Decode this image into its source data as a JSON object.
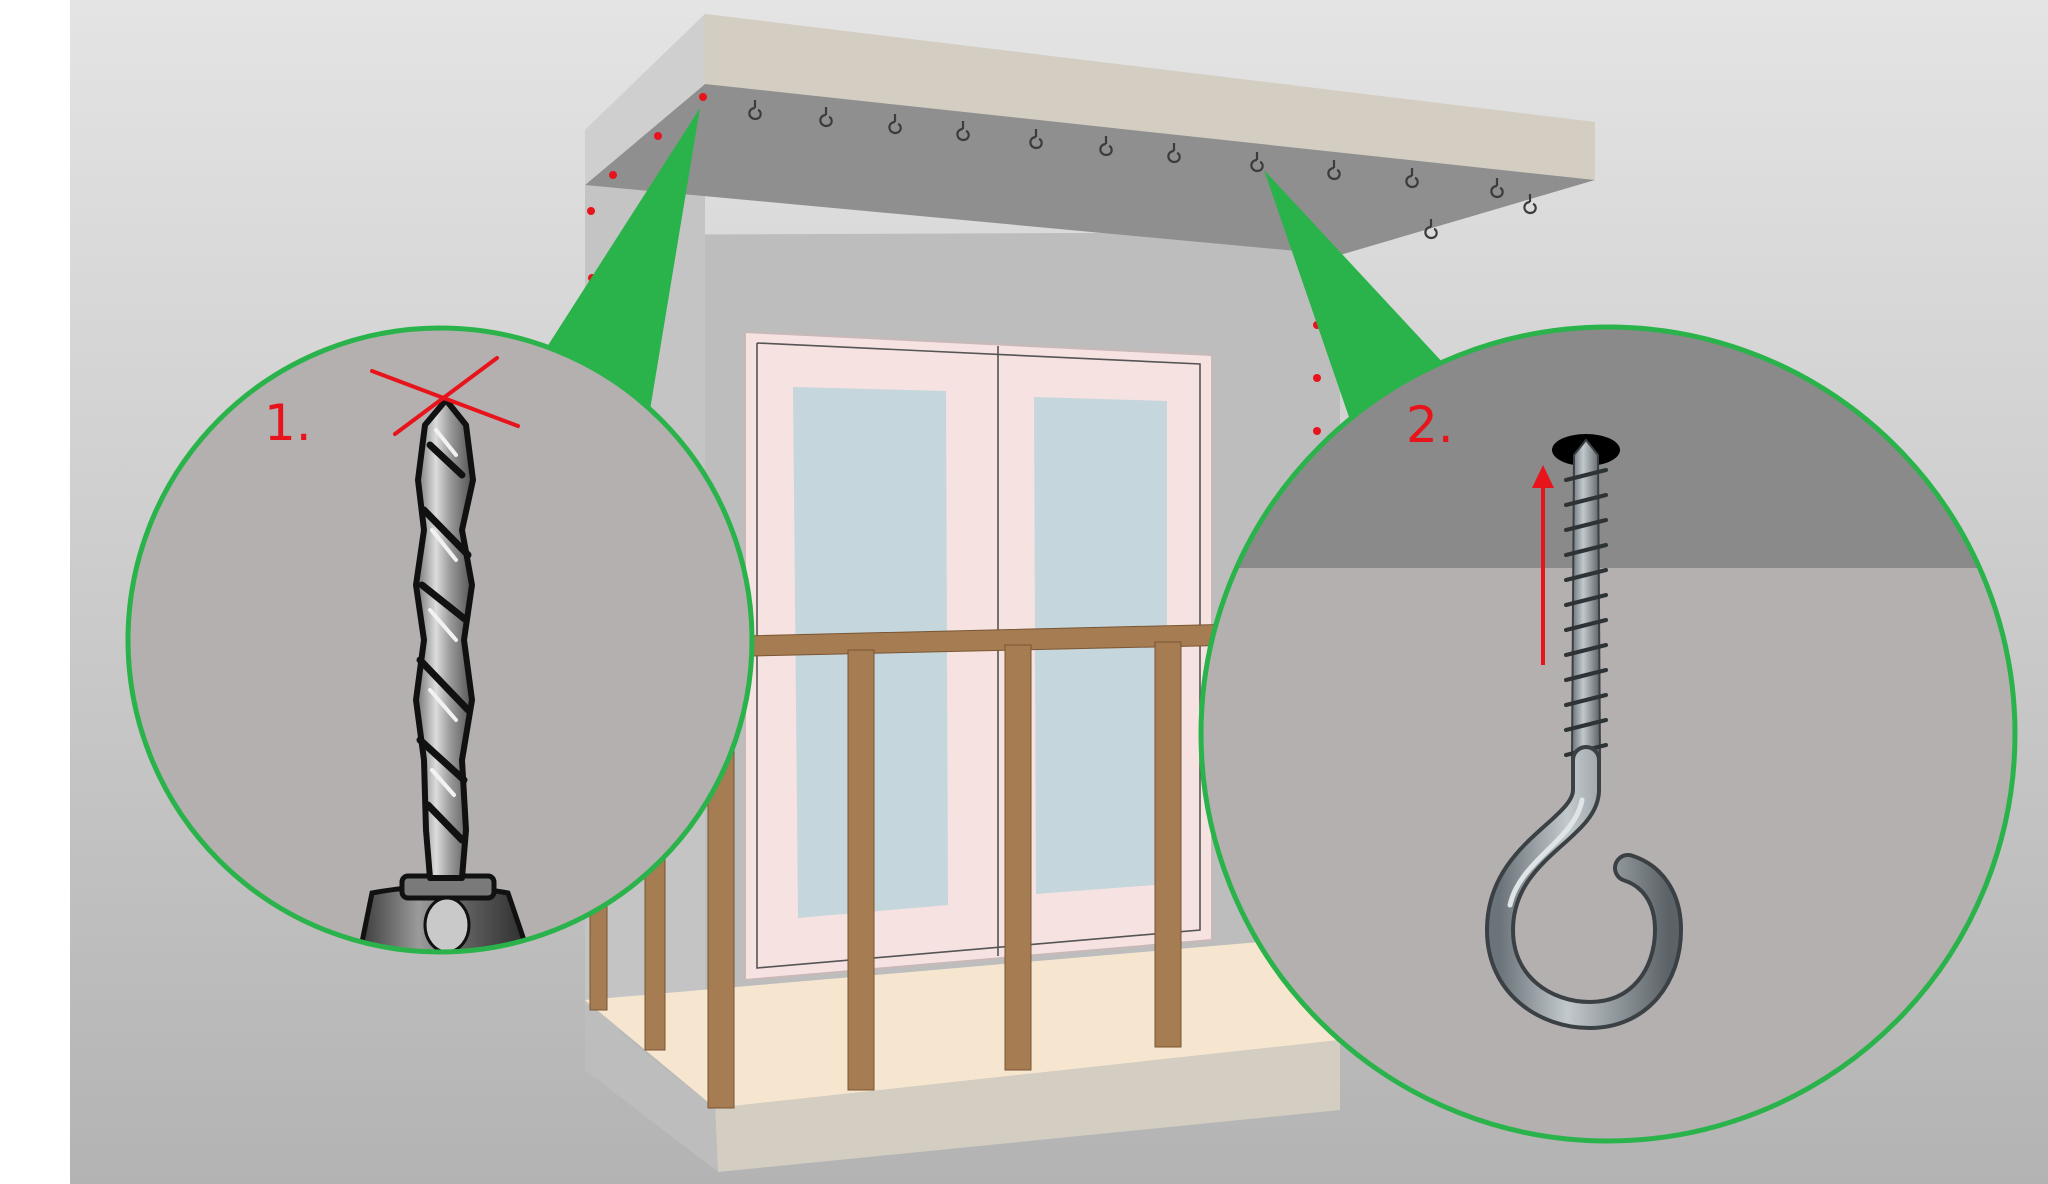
{
  "steps": [
    {
      "number": "1.",
      "action": "drill"
    },
    {
      "number": "2.",
      "action": "screw-in-hook"
    }
  ],
  "colors": {
    "callout": "#2ab34a",
    "marker": "#e8141c",
    "wall": "#bdbdbd",
    "ceiling_underside": "#8c8c8c",
    "slab_edge": "#d4cdc2",
    "railing_wood": "#a67c52",
    "floor": "#f7e6cf",
    "door_frame": "#f7e2e2",
    "glass": "#c5d6dc",
    "zoom_background": "#b3b0af"
  },
  "icons": [
    "drill-bit-icon",
    "screw-hook-icon",
    "arrow-up-icon",
    "x-mark-icon",
    "ceiling-hook-icon",
    "drill-mark-icon"
  ]
}
